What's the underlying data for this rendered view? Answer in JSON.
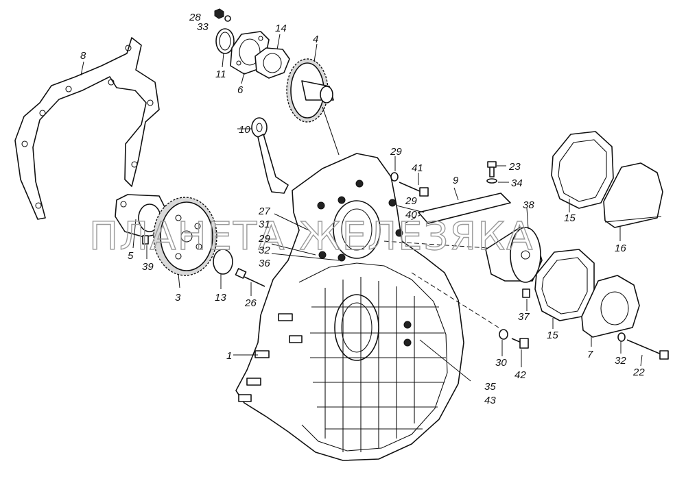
{
  "watermark": "ПЛАНЕТА ЖЕЛЕЗЯКА",
  "callouts": {
    "c1": "1",
    "c3": "3",
    "c4": "4",
    "c5": "5",
    "c6": "6",
    "c7": "7",
    "c8": "8",
    "c9": "9",
    "c10": "10",
    "c11": "11",
    "c13": "13",
    "c14": "14",
    "c15a": "15",
    "c15b": "15",
    "c16": "16",
    "c22": "22",
    "c23": "23",
    "c26": "26",
    "c27": "27",
    "c28": "28",
    "c29a": "29",
    "c29b": "29",
    "c29c": "29",
    "c30": "30",
    "c31": "31",
    "c32a": "32",
    "c32b": "32",
    "c33": "33",
    "c34": "34",
    "c35": "35",
    "c36": "36",
    "c37": "37",
    "c38": "38",
    "c39": "39",
    "c40": "40",
    "c41": "41",
    "c42": "42",
    "c43": "43"
  }
}
